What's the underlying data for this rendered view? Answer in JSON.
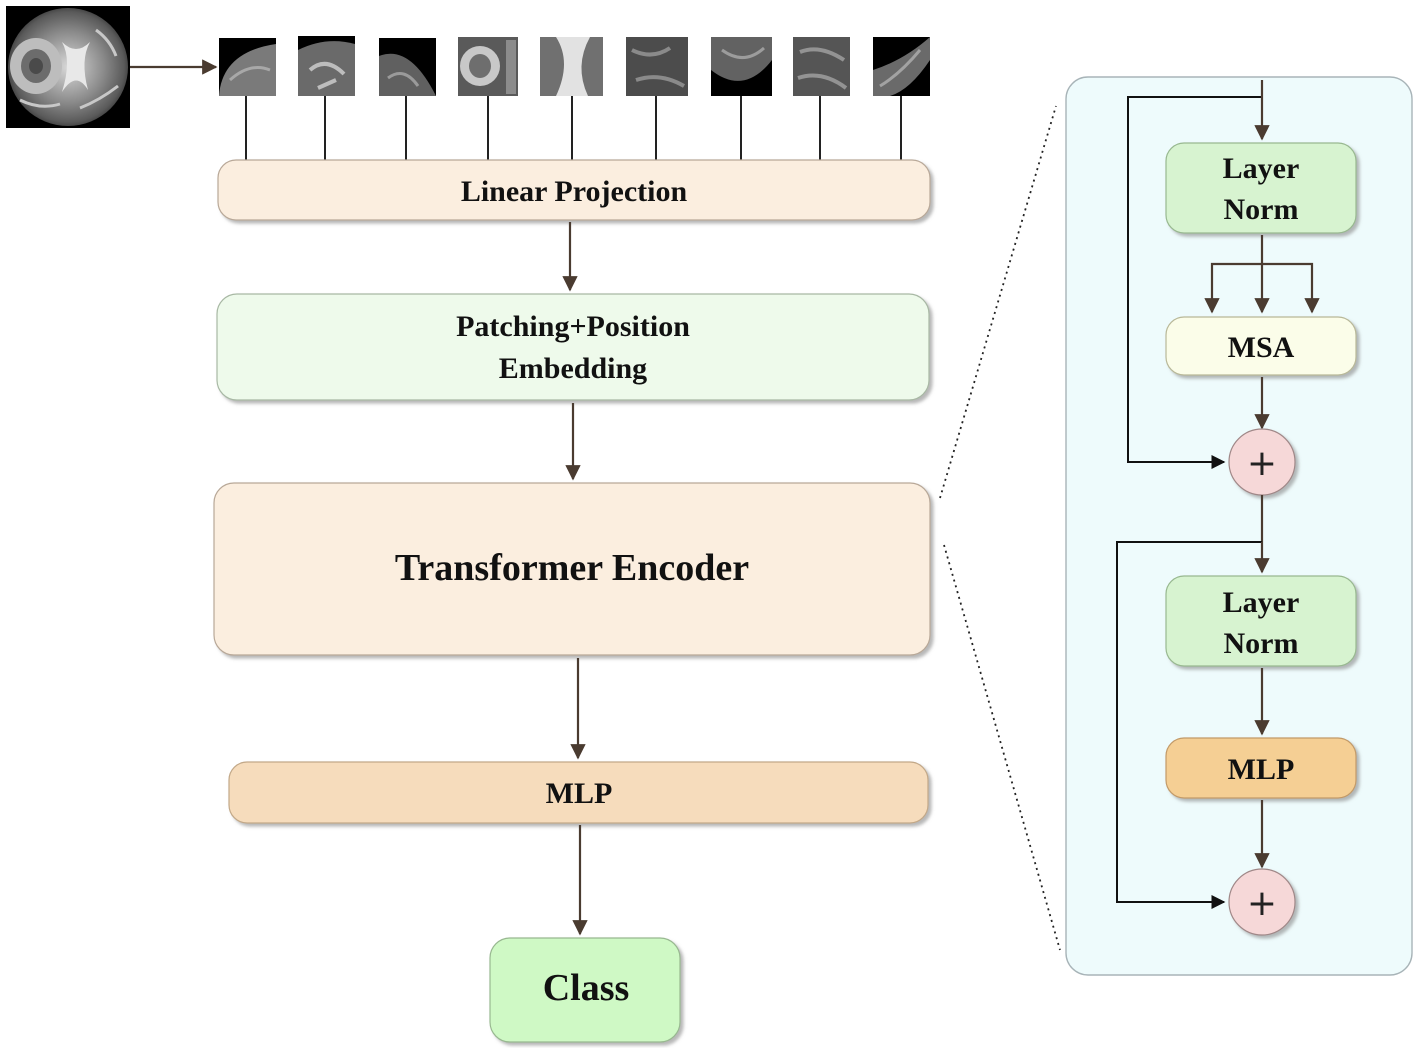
{
  "labels": {
    "linear_projection": "Linear Projection",
    "patching_line1": "Patching+Position",
    "patching_line2": "Embedding",
    "transformer_encoder": "Transformer Encoder",
    "mlp_head": "MLP",
    "class": "Class"
  },
  "encoder_block": {
    "layer_norm_1_line1": "Layer",
    "layer_norm_1_line2": "Norm",
    "msa": "MSA",
    "layer_norm_2_line1": "Layer",
    "layer_norm_2_line2": "Norm",
    "mlp": "MLP",
    "add_symbol": "+"
  },
  "colors": {
    "beige": "#fbeedf",
    "light_green": "#eefaeb",
    "orange": "#f6dcbc",
    "class_green": "#cff9c5",
    "norm_green": "#d7f3d0",
    "msa_cream": "#fbfde9",
    "mlp_orange": "#f5cf94",
    "add_pink": "#f6d8d8",
    "panel": "#eefbfc",
    "arrow": "#4a3b30"
  }
}
